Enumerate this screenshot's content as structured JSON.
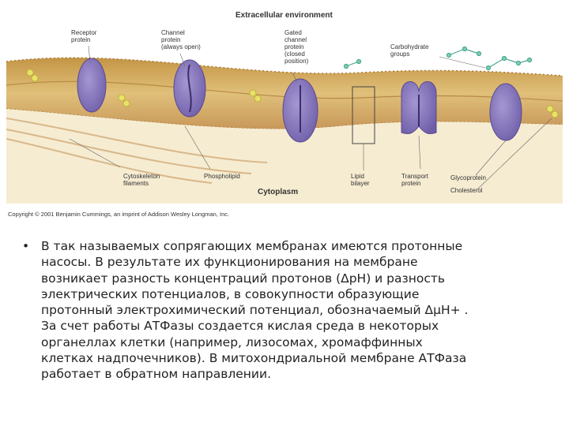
{
  "figure": {
    "header": "Extracellular environment",
    "labels": {
      "receptor": "Receptor\nprotein",
      "channel": "Channel\nprotein\n(always open)",
      "gated": "Gated\nchannel\nprotein\n(closed\nposition)",
      "carb": "Carbohydrate\ngroups",
      "cytoskeleton": "Cytoskeleton\nfilaments",
      "phospholipid": "Phospholipid",
      "cytoplasm": "Cytoplasm",
      "lipid": "Lipid\nbilayer",
      "transport": "Transport\nprotein",
      "glycoprotein": "Glycoprotein",
      "cholesterol": "Cholesterol"
    },
    "copyright": "Copyright © 2001 Benjamin Cummings, an imprint of Addison Wesley Longman, Inc."
  },
  "text": {
    "bullet": "•",
    "paragraph": "В так называемых сопрягающих мембранах имеются протонные\nнасосы. В результате их функционирования на мембране\nвозникает разность концентраций протонов (ΔpH) и разность\nэлектрических потенциалов, в совокупности образующие\nпротонный электрохимический потенциал, обозначаемый ΔμH+ .\nЗа счет работы АТФазы создается кислая среда в некоторых\nорганеллах клетки (например, лизосомах, хромаффинных\nклетках надпочечников). В митохондриальной мембране АТФаза\nработает в обратном направлении."
  }
}
